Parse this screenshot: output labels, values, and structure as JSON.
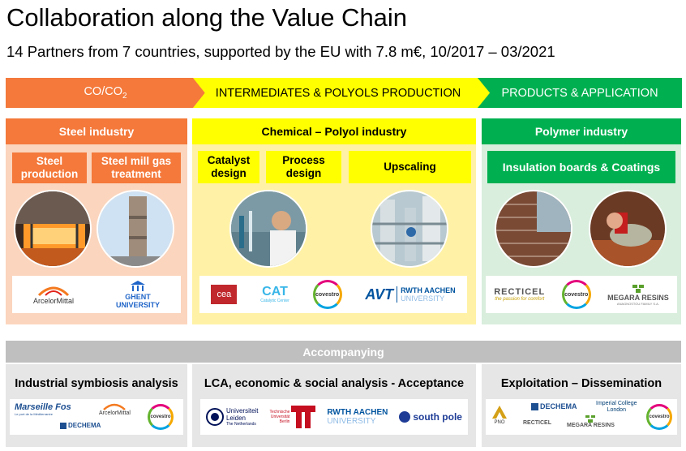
{
  "header": {
    "title": "Collaboration along the Value Chain",
    "subtitle": "14 Partners from 7 countries, supported by the EU with 7.8 m€, 10/2017 – 03/2021"
  },
  "chevrons": [
    {
      "label": "CO/CO",
      "sub": "2"
    },
    {
      "label": "INTERMEDIATES & POLYOLS PRODUCTION"
    },
    {
      "label": "PRODUCTS & APPLICATION"
    }
  ],
  "steel": {
    "band": "Steel industry",
    "box1": "Steel production",
    "box2": "Steel mill gas treatment",
    "logos": {
      "arcelor": "ArcelorMittal",
      "ghent_1": "GHENT",
      "ghent_2": "UNIVERSITY"
    }
  },
  "chemical": {
    "band": "Chemical – Polyol industry",
    "box1": "Catalyst design",
    "box2": "Process design",
    "box3": "Upscaling",
    "logos": {
      "cea": "cea",
      "cat": "CAT",
      "cat_sub": "Catalytic Center",
      "covestro": "covestro",
      "avt": "AVT",
      "rwth_1": "RWTH AACHEN",
      "rwth_2": "UNIVERSITY"
    }
  },
  "polymer": {
    "band": "Polymer industry",
    "box1": "Insulation boards & Coatings",
    "logos": {
      "recticel": "RECTICEL",
      "recticel_sub": "the passion for comfort",
      "covestro": "covestro",
      "megara": "MEGARA RESINS",
      "megara_sub": "ANAGNOSTOU FAMILY S.A."
    }
  },
  "accompanying": {
    "band": "Accompanying",
    "col1": {
      "title": "Industrial symbiosis analysis",
      "logos": {
        "marseille": "Marseille Fos",
        "marseille_sub": "Le port de la Méditerranée",
        "arcelor": "ArcelorMittal",
        "dechema": "DECHEMA",
        "covestro": "covestro"
      }
    },
    "col2": {
      "title": "LCA, economic & social analysis - Acceptance",
      "logos": {
        "leiden_1": "Universiteit",
        "leiden_2": "Leiden",
        "leiden_3": "The Netherlands",
        "tu_1": "Technische",
        "tu_2": "Universität",
        "tu_3": "Berlin",
        "rwth_1": "RWTH AACHEN",
        "rwth_2": "UNIVERSITY",
        "southpole": "south pole"
      }
    },
    "col3": {
      "title": "Exploitation – Dissemination",
      "logos": {
        "pno": "PNO",
        "dechema": "DECHEMA",
        "recticel": "RECTICEL",
        "imperial_1": "Imperial College",
        "imperial_2": "London",
        "megara": "MEGARA RESINS",
        "covestro": "covestro"
      }
    }
  },
  "colors": {
    "orange": "#f4793b",
    "yellow": "#ffff00",
    "green": "#00b050",
    "grey": "#bfbfbf"
  }
}
